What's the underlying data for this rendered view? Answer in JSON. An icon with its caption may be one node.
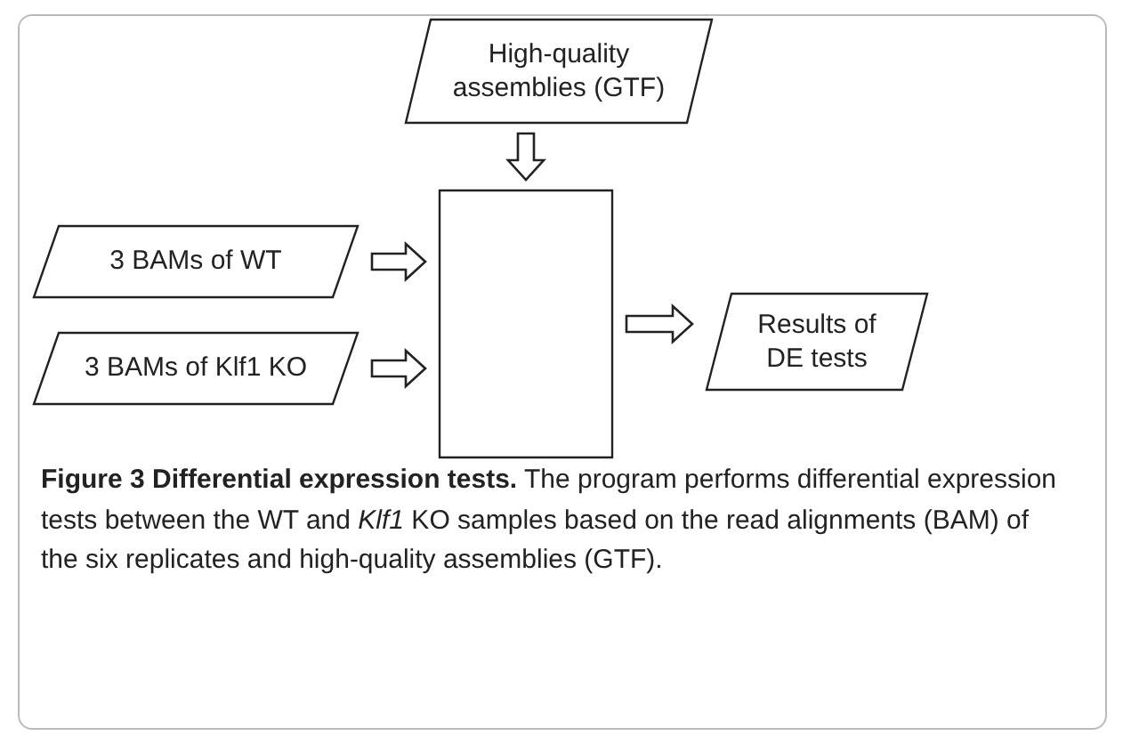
{
  "diagram": {
    "caption": "**Figure 3 Differential expression tests.** The program performs differential expression tests between the WT and *Klf1* KO samples based on the read alignments (BAM) of the six replicates and high-quality assemblies (GTF).",
    "nodes": [
      {
        "text": [
          "High-quality assemblies (GTF)"
        ]
      },
      {
        "text": [
          "3 BAMs of WT"
        ]
      },
      {
        "text": [
          "3 BAMs of Klf1 KO"
        ]
      },
      {
        "text": [],
        "shape": "box"
      },
      {
        "text": [
          "Results of DE tests"
        ]
      }
    ],
    "edges": [
      {
        "from": 0,
        "to": 3,
        "arrow": "to"
      },
      {
        "from": 1,
        "to": 3,
        "arrow": "to"
      },
      {
        "from": 2,
        "to": 3,
        "arrow": "to"
      },
      {
        "from": 3,
        "to": 4,
        "arrow": "to"
      }
    ]
  }
}
